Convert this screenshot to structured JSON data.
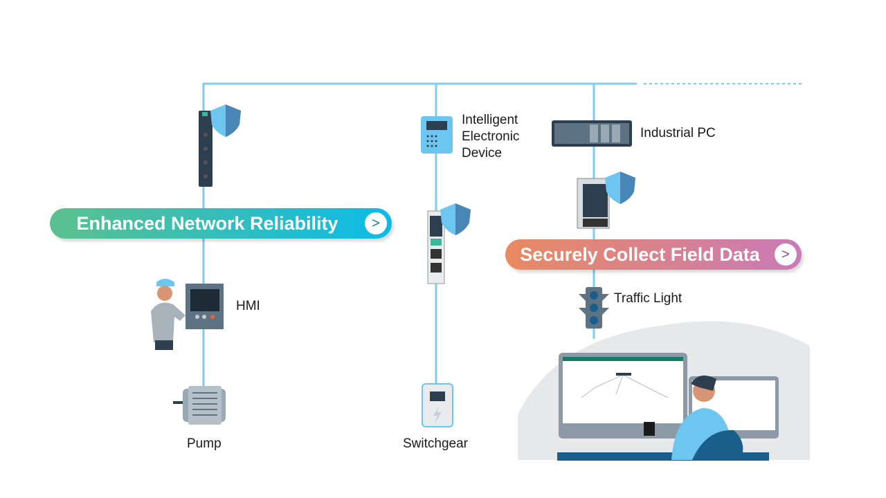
{
  "banners": {
    "reliability": {
      "label": "Enhanced Network Reliability",
      "arrow": ">",
      "colors": [
        "#5cc08e",
        "#0bbbe8"
      ]
    },
    "secure": {
      "label": "Securely Collect Field Data",
      "arrow": ">",
      "colors": [
        "#e98a62",
        "#c97ab8"
      ]
    }
  },
  "devices": {
    "ied": "Intelligent\nElectronic\nDevice",
    "industrial_pc": "Industrial PC",
    "hmi": "HMI",
    "traffic_light": "Traffic Light",
    "pump": "Pump",
    "switchgear": "Switchgear"
  },
  "colors": {
    "network_line": "#7ccbf0",
    "device_blue": "#6cc6ef",
    "dark": "#2d3e4e"
  }
}
